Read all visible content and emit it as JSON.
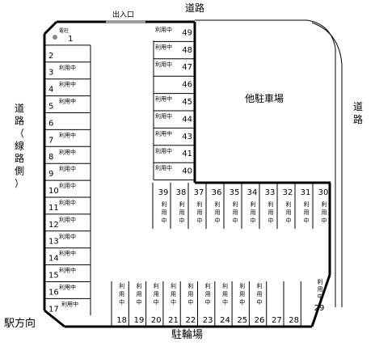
{
  "labels": {
    "road_top": "道路",
    "road_left": "道路（線路側）",
    "road_right": "道路",
    "entrance": "出入口",
    "station": "駅方向",
    "bicycle": "駐輪場",
    "other_lot": "他駐車場",
    "pole": "電柱"
  },
  "in_use_text": "利用中",
  "left_column": [
    {
      "num": "1",
      "status": ""
    },
    {
      "num": "2",
      "status": ""
    },
    {
      "num": "3",
      "status": "利用中"
    },
    {
      "num": "4",
      "status": "利用中"
    },
    {
      "num": "5",
      "status": "利用中"
    },
    {
      "num": "6",
      "status": ""
    },
    {
      "num": "7",
      "status": "利用中"
    },
    {
      "num": "8",
      "status": "利用中"
    },
    {
      "num": "9",
      "status": "利用中"
    },
    {
      "num": "10",
      "status": "利用中"
    },
    {
      "num": "11",
      "status": "利用中"
    },
    {
      "num": "12",
      "status": "利用中"
    },
    {
      "num": "13",
      "status": "利用中"
    },
    {
      "num": "14",
      "status": "利用中"
    },
    {
      "num": "15",
      "status": "利用中"
    },
    {
      "num": "16",
      "status": "利用中"
    },
    {
      "num": "17",
      "status": "利用中"
    }
  ],
  "middle_column": [
    {
      "num": "49",
      "status": "利用中"
    },
    {
      "num": "48",
      "status": "利用中"
    },
    {
      "num": "47",
      "status": "利用中"
    },
    {
      "num": "46",
      "status": ""
    },
    {
      "num": "45",
      "status": "利用中"
    },
    {
      "num": "44",
      "status": "利用中"
    },
    {
      "num": "43",
      "status": "利用中"
    },
    {
      "num": "41",
      "status": "利用中"
    },
    {
      "num": "40",
      "status": "利用中"
    }
  ],
  "upper_row": [
    {
      "num": "39",
      "status": "利用中"
    },
    {
      "num": "38",
      "status": "利用中"
    },
    {
      "num": "37",
      "status": "利用中"
    },
    {
      "num": "36",
      "status": "利用中"
    },
    {
      "num": "35",
      "status": "利用中"
    },
    {
      "num": "34",
      "status": "利用中"
    },
    {
      "num": "33",
      "status": "利用中"
    },
    {
      "num": "32",
      "status": "利用中"
    },
    {
      "num": "31",
      "status": "利用中"
    },
    {
      "num": "30",
      "status": "利用中"
    }
  ],
  "bottom_row": [
    {
      "num": "18",
      "status": "利用中"
    },
    {
      "num": "19",
      "status": "利用中"
    },
    {
      "num": "20",
      "status": "利用中"
    },
    {
      "num": "21",
      "status": "利用中"
    },
    {
      "num": "22",
      "status": "利用中"
    },
    {
      "num": "23",
      "status": "利用中"
    },
    {
      "num": "24",
      "status": "利用中"
    },
    {
      "num": "25",
      "status": "利用中"
    },
    {
      "num": "26",
      "status": "利用中"
    },
    {
      "num": "27",
      "status": ""
    },
    {
      "num": "28",
      "status": ""
    },
    {
      "num": "29",
      "status": "利用中"
    }
  ]
}
